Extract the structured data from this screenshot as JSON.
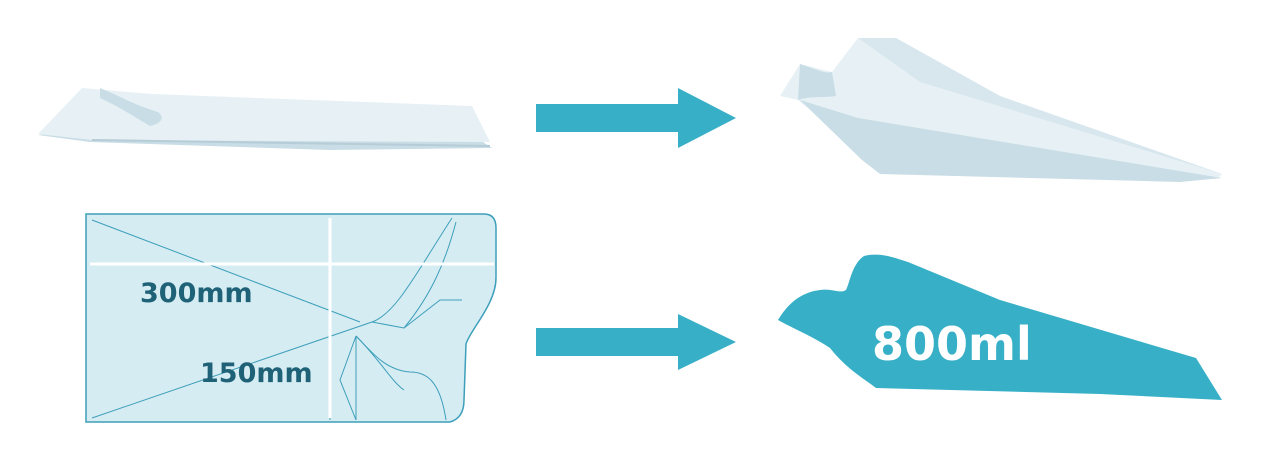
{
  "colors": {
    "accent": "#37b0c7",
    "pouch_light": "#e7f1f5",
    "pouch_shade": "#c9dde6",
    "diagram_fill": "#d6ecf3",
    "diagram_stroke": "#3d9fba",
    "dimension_text": "#1f6277",
    "guide_line": "#ffffff"
  },
  "diagram": {
    "width_label": "300mm",
    "height_label": "150mm"
  },
  "volume": {
    "label": "800ml"
  },
  "icons": {
    "arrow": "right-arrow-icon"
  }
}
